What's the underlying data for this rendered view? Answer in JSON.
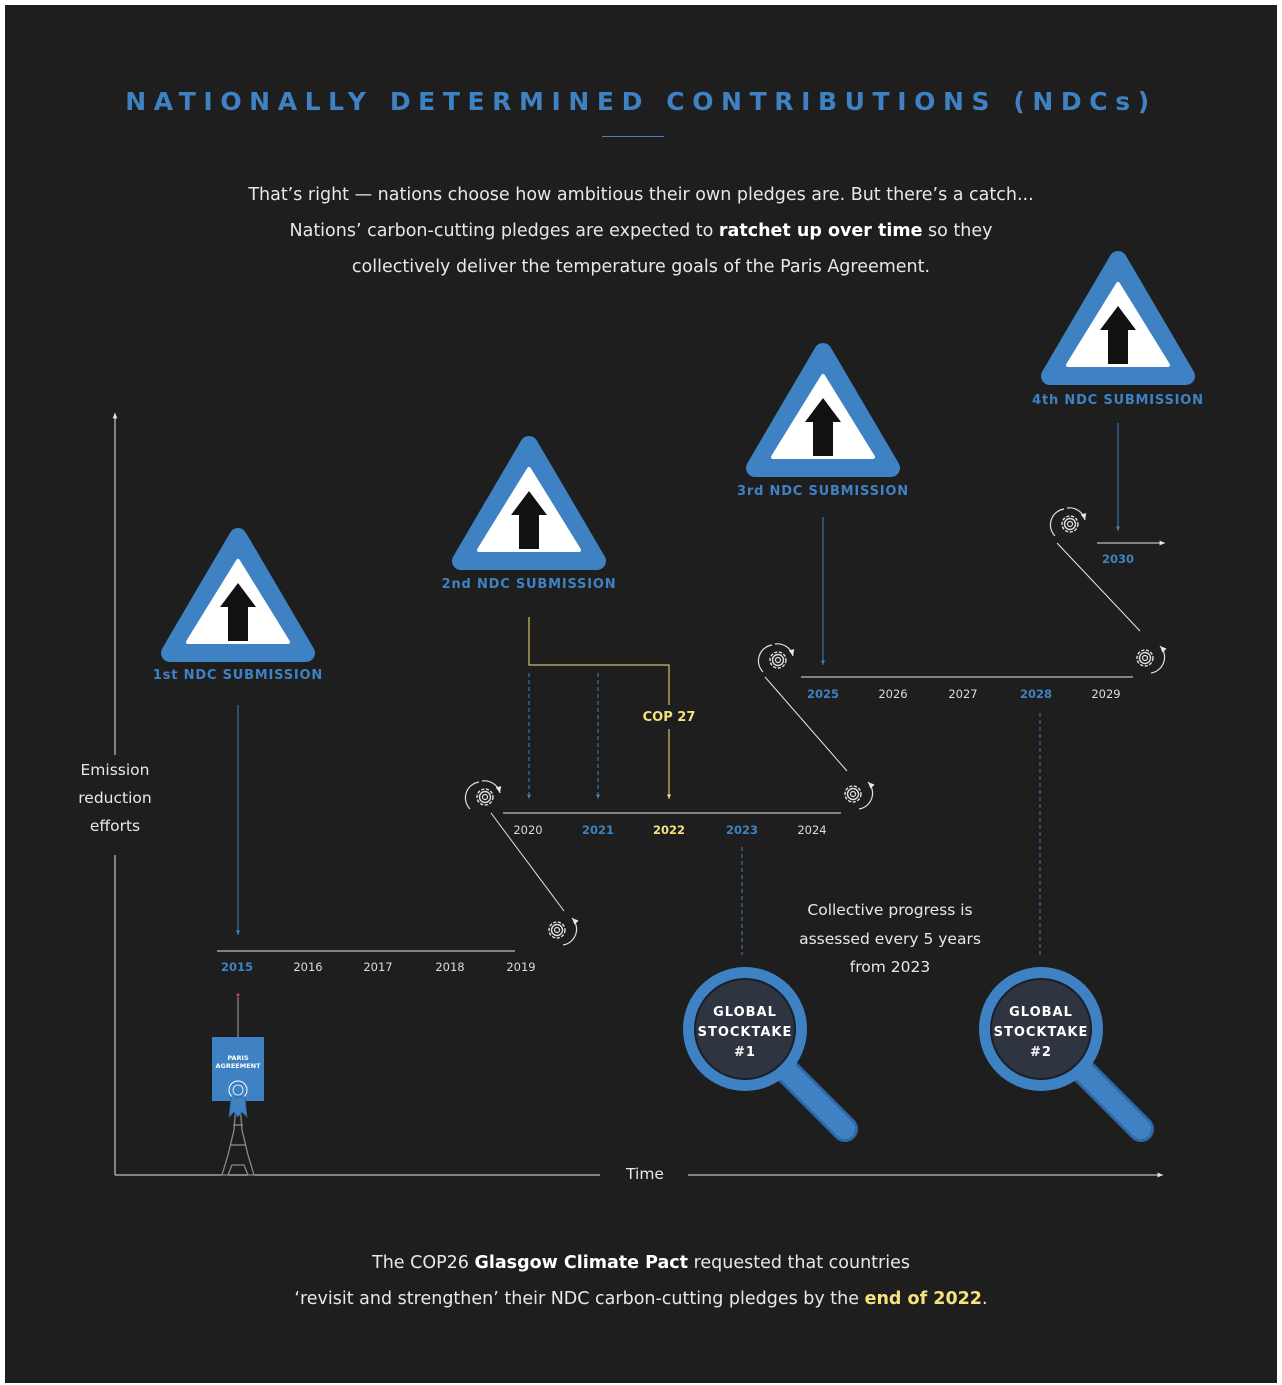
{
  "title": "NATIONALLY DETERMINED CONTRIBUTIONS (NDCs)",
  "intro": {
    "line1": "That’s right — nations choose how ambitious their own pledges are. But there’s a catch...",
    "line2_pre": "Nations’ carbon-cutting pledges are expected to ",
    "line2_bold": "ratchet up over time",
    "line2_post": " so they",
    "line3": "collectively deliver the temperature goals of the Paris Agreement."
  },
  "submissions": {
    "first": "1st NDC SUBMISSION",
    "second": "2nd NDC SUBMISSION",
    "third": "3rd NDC SUBMISSION",
    "fourth": "4th NDC SUBMISSION"
  },
  "cop": "COP 27",
  "years": {
    "y2015": "2015",
    "y2016": "2016",
    "y2017": "2017",
    "y2018": "2018",
    "y2019": "2019",
    "y2020": "2020",
    "y2021": "2021",
    "y2022": "2022",
    "y2023": "2023",
    "y2024": "2024",
    "y2025": "2025",
    "y2026": "2026",
    "y2027": "2027",
    "y2028": "2028",
    "y2029": "2029",
    "y2030": "2030"
  },
  "axis": {
    "y_line1": "Emission",
    "y_line2": "reduction",
    "y_line3": "efforts",
    "x": "Time"
  },
  "progress": {
    "line1": "Collective progress is",
    "line2": "assessed every 5 years",
    "line3": "from 2023"
  },
  "stocktake1": {
    "l1": "GLOBAL",
    "l2": "STOCKTAKE",
    "l3": "#1"
  },
  "stocktake2": {
    "l1": "GLOBAL",
    "l2": "STOCKTAKE",
    "l3": "#2"
  },
  "paris_badge": {
    "l1": "PARIS",
    "l2": "AGREEMENT"
  },
  "outro": {
    "line1_pre": "The COP26 ",
    "line1_bold": "Glasgow Climate Pact",
    "line1_post": " requested that countries",
    "line2_pre": "‘revisit and strengthen’ their NDC carbon-cutting pledges by the ",
    "line2_bold": "end of 2022",
    "line2_post": "."
  },
  "colors": {
    "background": "#1e1e1e",
    "accent_blue": "#3f82c3",
    "accent_yellow": "#f5e27d",
    "text": "#e8e8e8"
  },
  "icons": [
    "ratchet-up-sign-icon",
    "cycle-gear-icon",
    "magnifier-icon",
    "eiffel-tower-icon",
    "paris-agreement-badge-icon"
  ]
}
